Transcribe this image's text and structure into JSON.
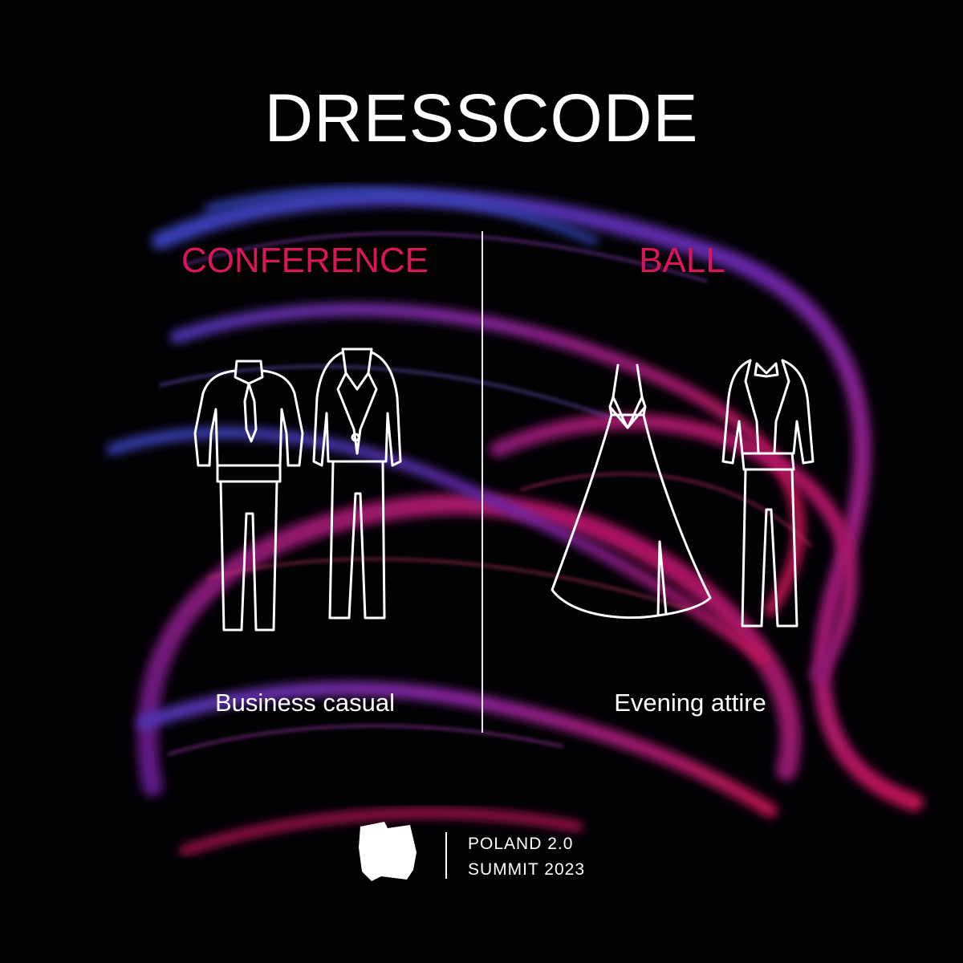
{
  "title": "DRESSCODE",
  "columns": [
    {
      "heading": "CONFERENCE",
      "caption": "Business casual",
      "icons": [
        "men-suit-icon",
        "women-suit-icon"
      ]
    },
    {
      "heading": "BALL",
      "caption": "Evening attire",
      "icons": [
        "evening-gown-icon",
        "tuxedo-icon"
      ]
    }
  ],
  "footer": {
    "line1": "POLAND 2.0",
    "line2": "SUMMIT 2023",
    "logo_icon": "poland-map-logo"
  },
  "colors": {
    "background": "#020104",
    "accent": "#d8175a",
    "text": "#ffffff",
    "wave_blue": "#4a55c8",
    "wave_purple": "#8a2bbf",
    "wave_pink": "#d1175a"
  }
}
